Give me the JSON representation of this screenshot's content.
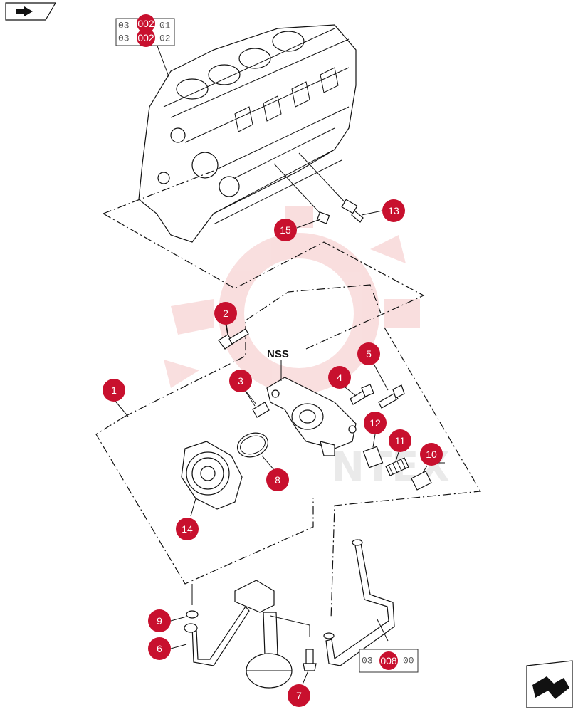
{
  "colors": {
    "callout": "#c8102e",
    "line": "#111111",
    "watermark_gear": "#f2b8b8",
    "watermark_text": "#d9d9d9"
  },
  "nav": {
    "top_left_icon": "previous-page-arrow-icon",
    "bottom_right_icon": "next-page-arrow-icon"
  },
  "references": {
    "ref_a_prefix": "03",
    "ref_a_badge": "002",
    "ref_a_suffix": "01",
    "ref_b_prefix": "03",
    "ref_b_badge": "002",
    "ref_b_suffix": "02",
    "ref_c_prefix": "03",
    "ref_c_badge": "008",
    "ref_c_suffix": "00"
  },
  "labels": {
    "nss": "NSS",
    "watermark": "NTEX"
  },
  "callouts": {
    "c1": "1",
    "c2": "2",
    "c3": "3",
    "c4": "4",
    "c5": "5",
    "c6": "6",
    "c7": "7",
    "c8": "8",
    "c9": "9",
    "c10": "10",
    "c11": "11",
    "c12": "12",
    "c13": "13",
    "c14": "14",
    "c15": "15"
  }
}
